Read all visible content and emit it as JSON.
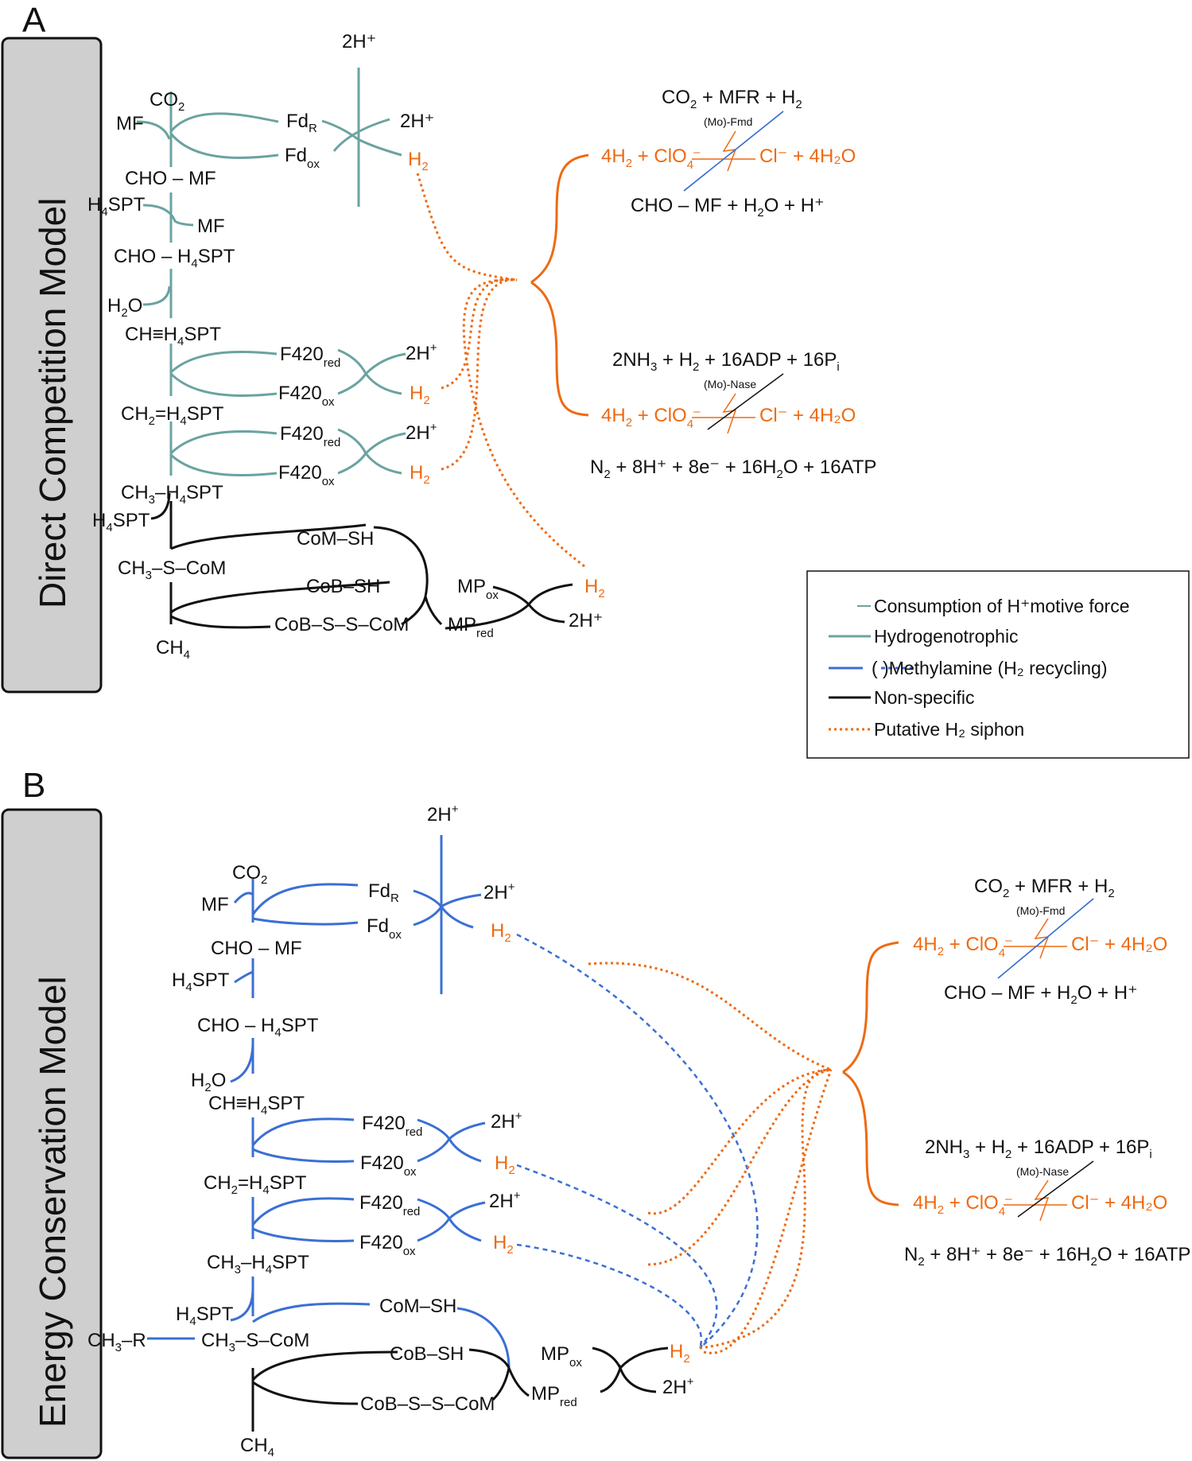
{
  "panels": {
    "a": {
      "letter": "A",
      "title": "Direct Competition Model",
      "hmf_top": "2H⁺",
      "co2": "CO",
      "mf": "MF",
      "fd_r": "Fd",
      "fd_r_sub": "R",
      "fd_ox": "Fd",
      "fd_ox_sub": "ox",
      "h2_out": "2H⁺",
      "h2_orange": "H",
      "cho_mf": "CHO – MF",
      "h4spt": "H",
      "h4spt_rest": "SPT",
      "mf2": "MF",
      "cho_h4spt": "CHO – H",
      "h2o": "H",
      "h2o_o": "O",
      "ch_h4spt": "CH≡H",
      "f420_red": "F420",
      "f420_red_sub": "red",
      "f420_ox": "F420",
      "f420_ox_sub": "ox",
      "ch2_h4spt": "CH",
      "ch3_h4spt": "CH",
      "h4spt2": "H",
      "com_sh": "CoM–SH",
      "ch3_s_com": "CH",
      "cob_sh": "CoB–SH",
      "mp_ox": "MP",
      "mp_red": "MP",
      "cob_s_s_com": "CoB–S–S–CoM",
      "ch4": "CH",
      "two_h": "2H⁺"
    },
    "b": {
      "letter": "B",
      "title": "Energy Conservation Model",
      "ch3_r": "CH",
      "h4spt_label": "H"
    }
  },
  "reactions": {
    "fmd_line1": "CO",
    "fmd_line1_rest": " + MFR + H",
    "fmd_enzyme": "(Mo)-Fmd",
    "fmd_line2": "4H",
    "fmd_line2_b": " + ClO",
    "fmd_line2_c": "Cl⁻ + 4H₂O",
    "fmd_line3": "CHO – MF + H",
    "fmd_line3_rest": "O + H⁺",
    "nase_line1": "2NH",
    "nase_line1_b": " + H",
    "nase_line1_c": " + 16ADP + 16P",
    "nase_line1_sub": "i",
    "nase_enzyme": "(Mo)-Nase",
    "nase_line3": "N",
    "nase_line3_b": " + 8H⁺ + 8e⁻ + 16H",
    "nase_line3_c": "O + 16ATP"
  },
  "legend": {
    "items": [
      {
        "label": "Consumption of H⁺motive force",
        "icon": "chevron-arrow-icon"
      },
      {
        "label": "Hydrogenotrophic",
        "icon": "teal-arrow-icon"
      },
      {
        "label": "(     )Methylamine (H₂ recycling)",
        "icon": "blue-arrow-icon"
      },
      {
        "label": "Non-specific",
        "icon": "black-arrow-icon"
      },
      {
        "label": "Putative H₂ siphon",
        "icon": "orange-dotted-arrow-icon"
      }
    ]
  },
  "colors": {
    "hydrogenotrophic": "#6aa3a0",
    "methylamine": "#3b6fd4",
    "non_specific": "#111111",
    "siphon": "#ee6a12",
    "banner_bg": "#cfcfcf"
  }
}
